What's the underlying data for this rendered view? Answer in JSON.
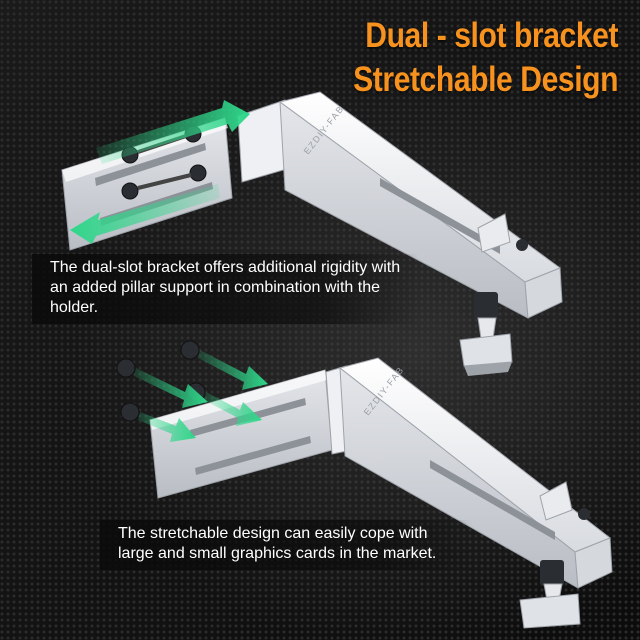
{
  "headline": {
    "line1": "Dual - slot bracket",
    "line2": "Stretchable Design"
  },
  "product": {
    "brand_top": "EZDIY-FAB",
    "brand_bottom": "EZDIY-FAB"
  },
  "captions": {
    "dual_slot": "The dual-slot bracket offers additional rigidity with an added pillar support in combination with the holder.",
    "stretchable": "The stretchable design can easily cope with large and small graphics cards in the market."
  },
  "colors": {
    "accent": "#f7921e",
    "arrow_green": "#2fd68a",
    "bracket": "#f2f3f5"
  }
}
